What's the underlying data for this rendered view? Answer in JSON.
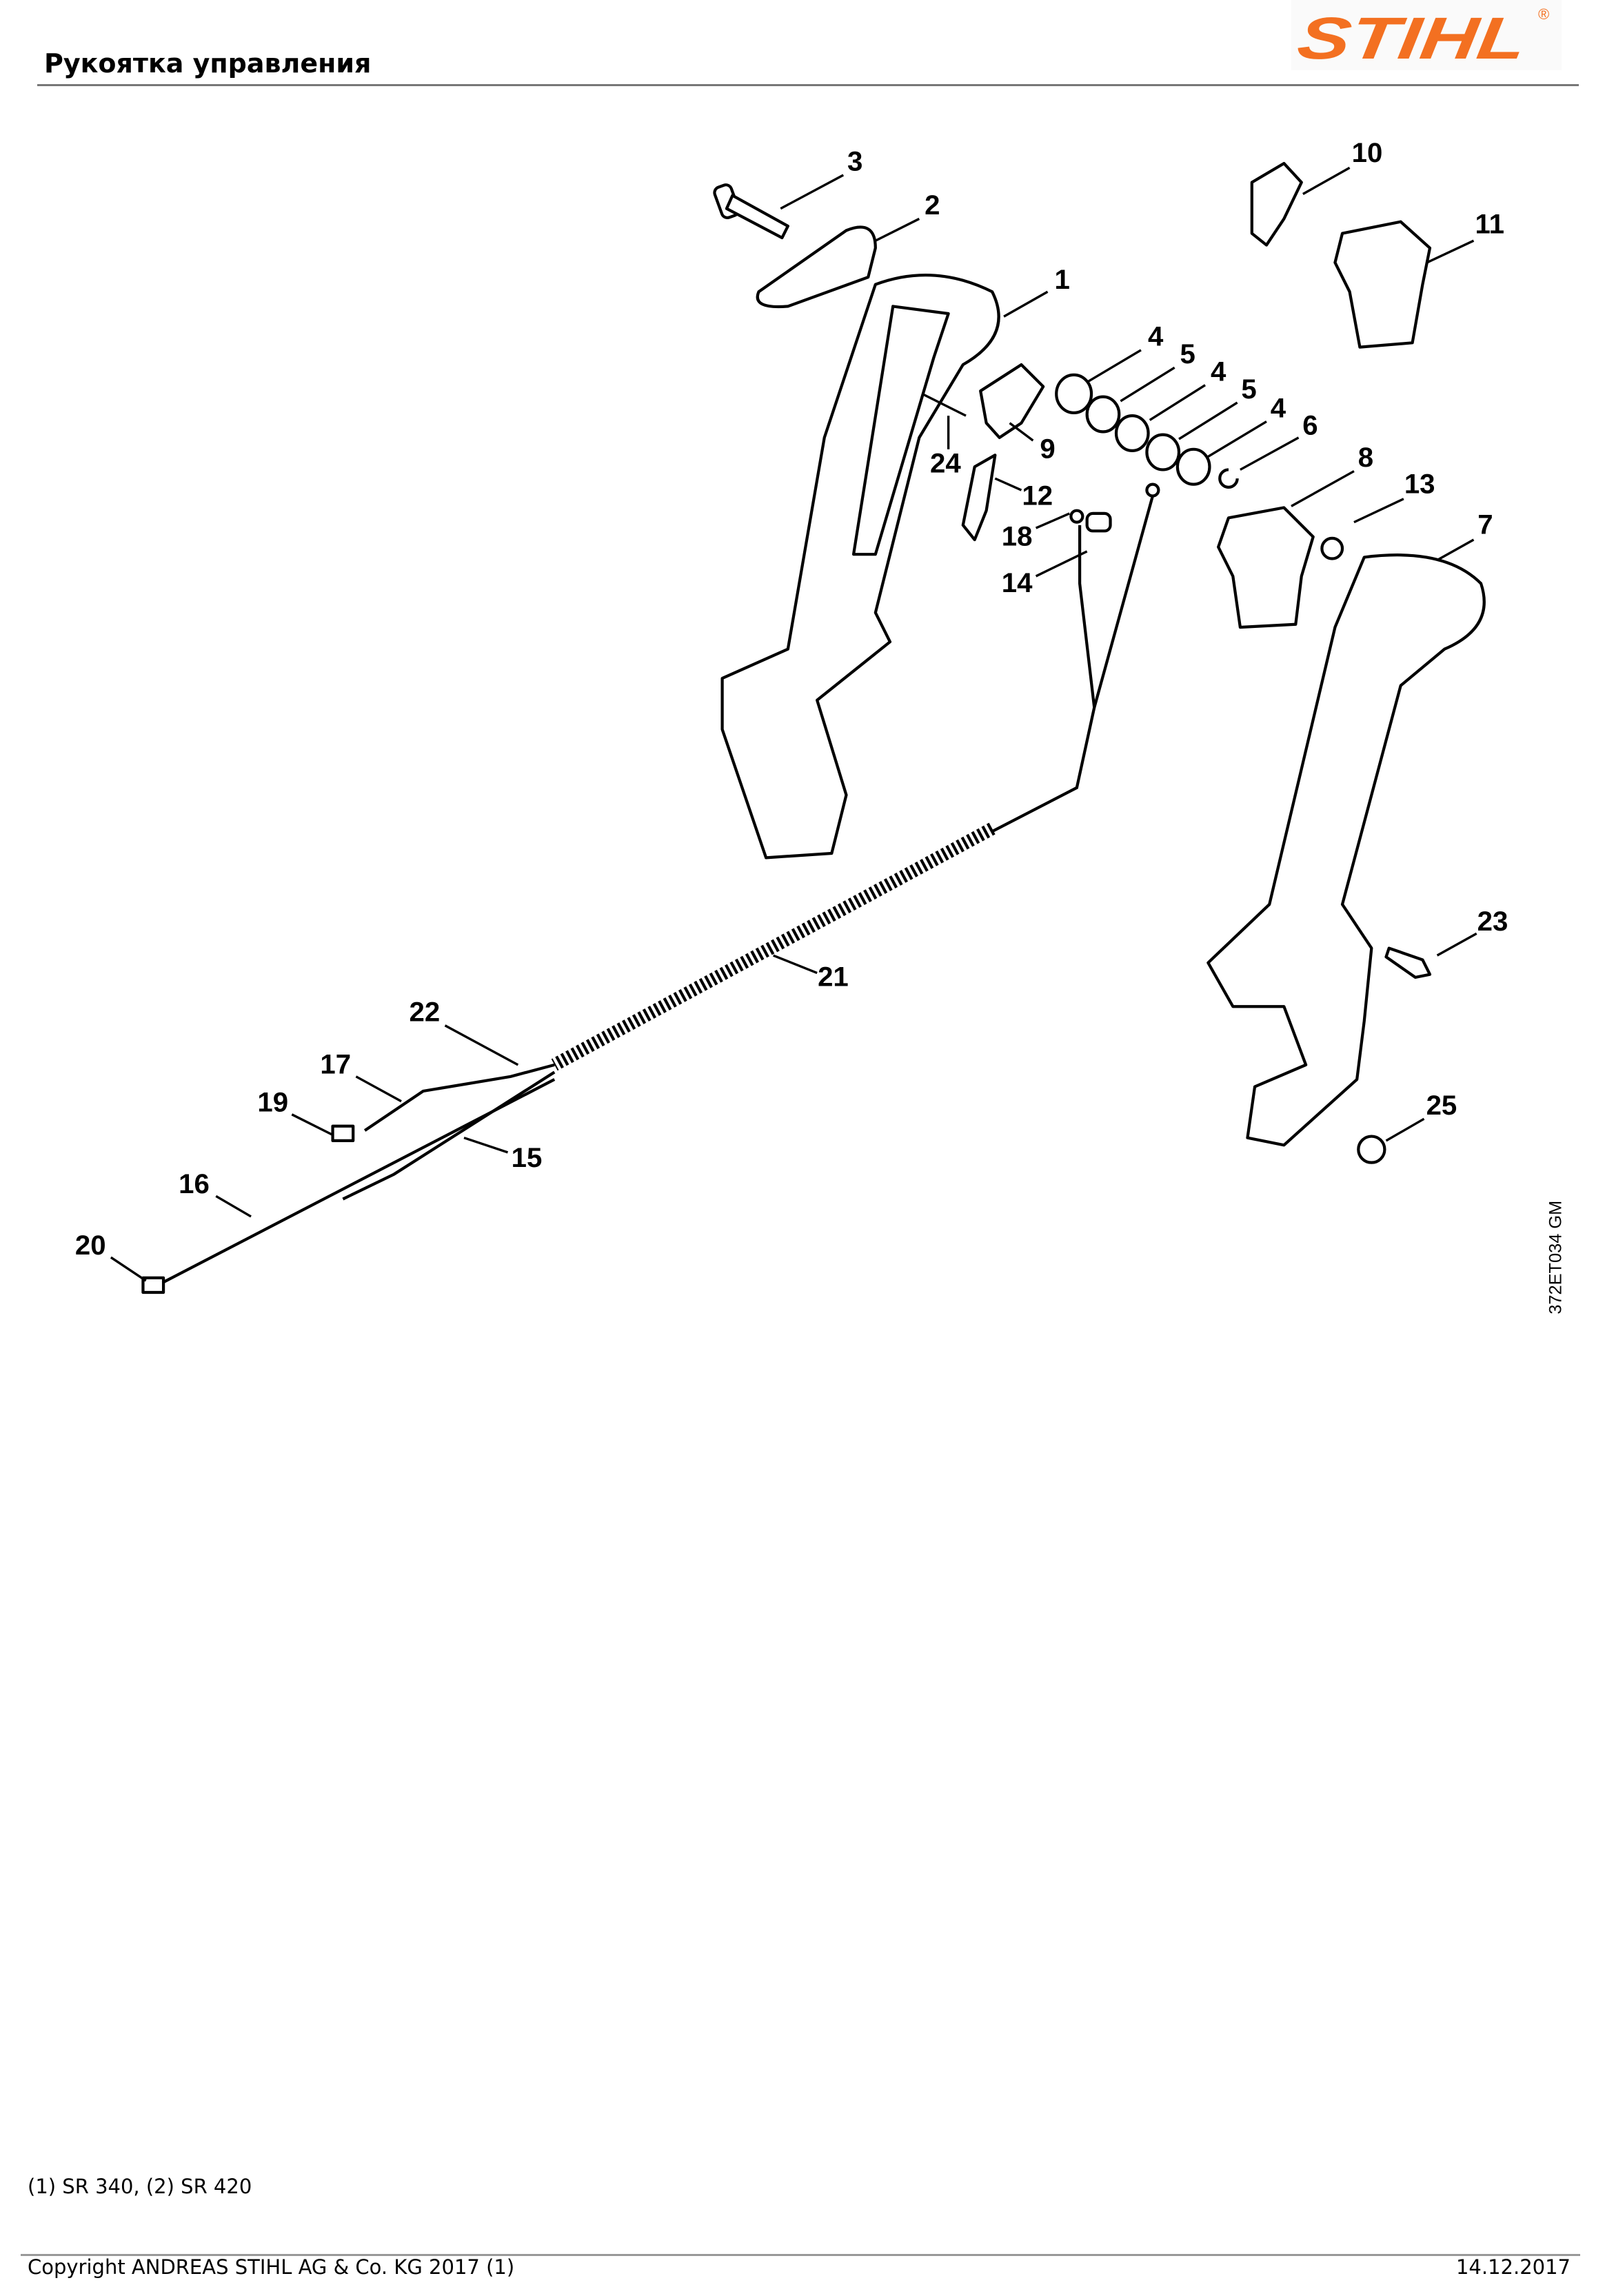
{
  "header": {
    "title": "Рукоятка управления",
    "logo_text": "STIHL",
    "logo_registered": "®"
  },
  "colors": {
    "brand": "#f37021",
    "rule": "#777777"
  },
  "diagram": {
    "drawing_code": "372ET034 GM",
    "callouts": [
      "3",
      "2",
      "1",
      "10",
      "11",
      "4",
      "5",
      "4",
      "5",
      "4",
      "6",
      "9",
      "24",
      "12",
      "8",
      "13",
      "7",
      "18",
      "14",
      "21",
      "22",
      "17",
      "19",
      "15",
      "16",
      "20",
      "23",
      "25"
    ]
  },
  "footer": {
    "models_note": "(1) SR 340, (2) SR 420",
    "copyright": "Copyright ANDREAS STIHL AG & Co. KG 2017 (1)",
    "date": "14.12.2017"
  }
}
